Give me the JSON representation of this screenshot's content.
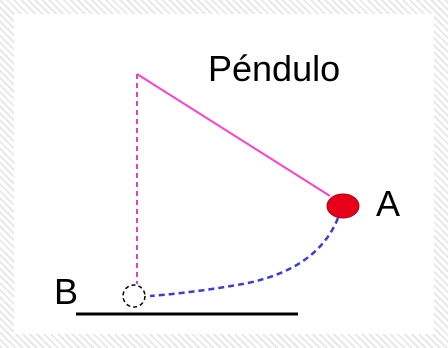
{
  "diagram": {
    "title": "Péndulo",
    "point_a_label": "A",
    "point_b_label": "B",
    "colors": {
      "string": "#ff3fd0",
      "vertical_guide": "#e040d0",
      "bob": "#e8001a",
      "trajectory": "#3c3cd8",
      "ground": "#000000"
    }
  }
}
